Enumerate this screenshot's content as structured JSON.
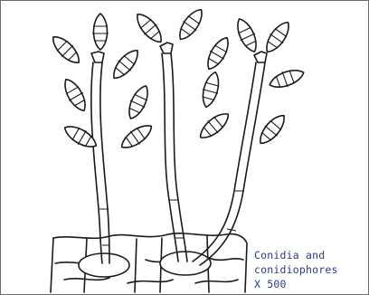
{
  "caption": {
    "line1": "Conidia and",
    "line2": "conidiophores",
    "line3": "X 500"
  },
  "colors": {
    "ink": "#1a1a1a",
    "caption_text": "#2a3a8c",
    "frame": "#6b6b6b"
  }
}
